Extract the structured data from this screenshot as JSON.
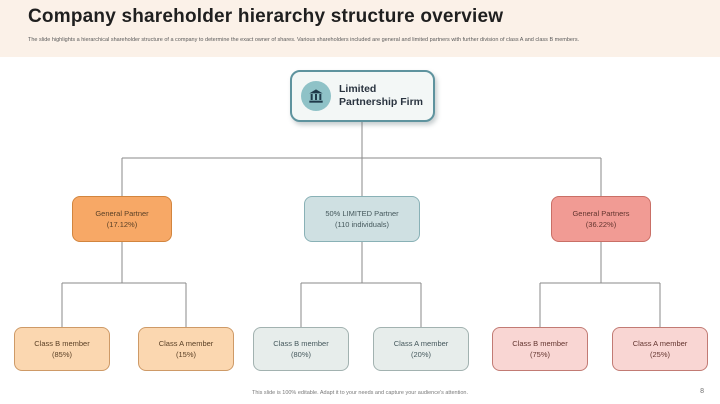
{
  "slide": {
    "title": "Company shareholder hierarchy structure overview",
    "subtitle": "The slide highlights a hierarchical shareholder structure of a company to determine the exact owner of shares. Various shareholders included are general and limited partners with further division of class A and class B members.",
    "footer": "This slide is 100% editable. Adapt it to your needs and capture your audience's attention.",
    "page_number": "8"
  },
  "tree": {
    "root": {
      "label": "Limited Partnership Firm",
      "icon": "bank-building-icon"
    },
    "branches": [
      {
        "label": "General Partner",
        "value": "(17.12%)",
        "fill": "#f7a866",
        "border": "#d2853e",
        "children": [
          {
            "label": "Class B member",
            "value": "(85%)",
            "fill": "#fbd7b0",
            "border": "#ce9a67"
          },
          {
            "label": "Class A member",
            "value": "(15%)",
            "fill": "#fbd7b0",
            "border": "#ce9a67"
          }
        ]
      },
      {
        "label": "50% LIMITED Partner",
        "value": "(110 individuals)",
        "fill": "#cfe0e2",
        "border": "#89b1b6",
        "children": [
          {
            "label": "Class B member",
            "value": "(80%)",
            "fill": "#e7edeb",
            "border": "#a2b2b0"
          },
          {
            "label": "Class A member",
            "value": "(20%)",
            "fill": "#e7edeb",
            "border": "#a2b2b0"
          }
        ]
      },
      {
        "label": "General Partners",
        "value": "(36.22%)",
        "fill": "#f19b94",
        "border": "#c96f66",
        "children": [
          {
            "label": "Class B member",
            "value": "(75%)",
            "fill": "#f9d6d3",
            "border": "#c27b74"
          },
          {
            "label": "Class A member",
            "value": "(25%)",
            "fill": "#f9d6d3",
            "border": "#c27b74"
          }
        ]
      }
    ]
  },
  "colors": {
    "header_band": "#fbf1e8",
    "root_fill": "#f3f7f6",
    "root_border": "#5e939e",
    "root_icon_circle": "#8fc2c7",
    "root_icon_glyph": "#1f3a4a",
    "connector_line": "#8a8a8a"
  }
}
